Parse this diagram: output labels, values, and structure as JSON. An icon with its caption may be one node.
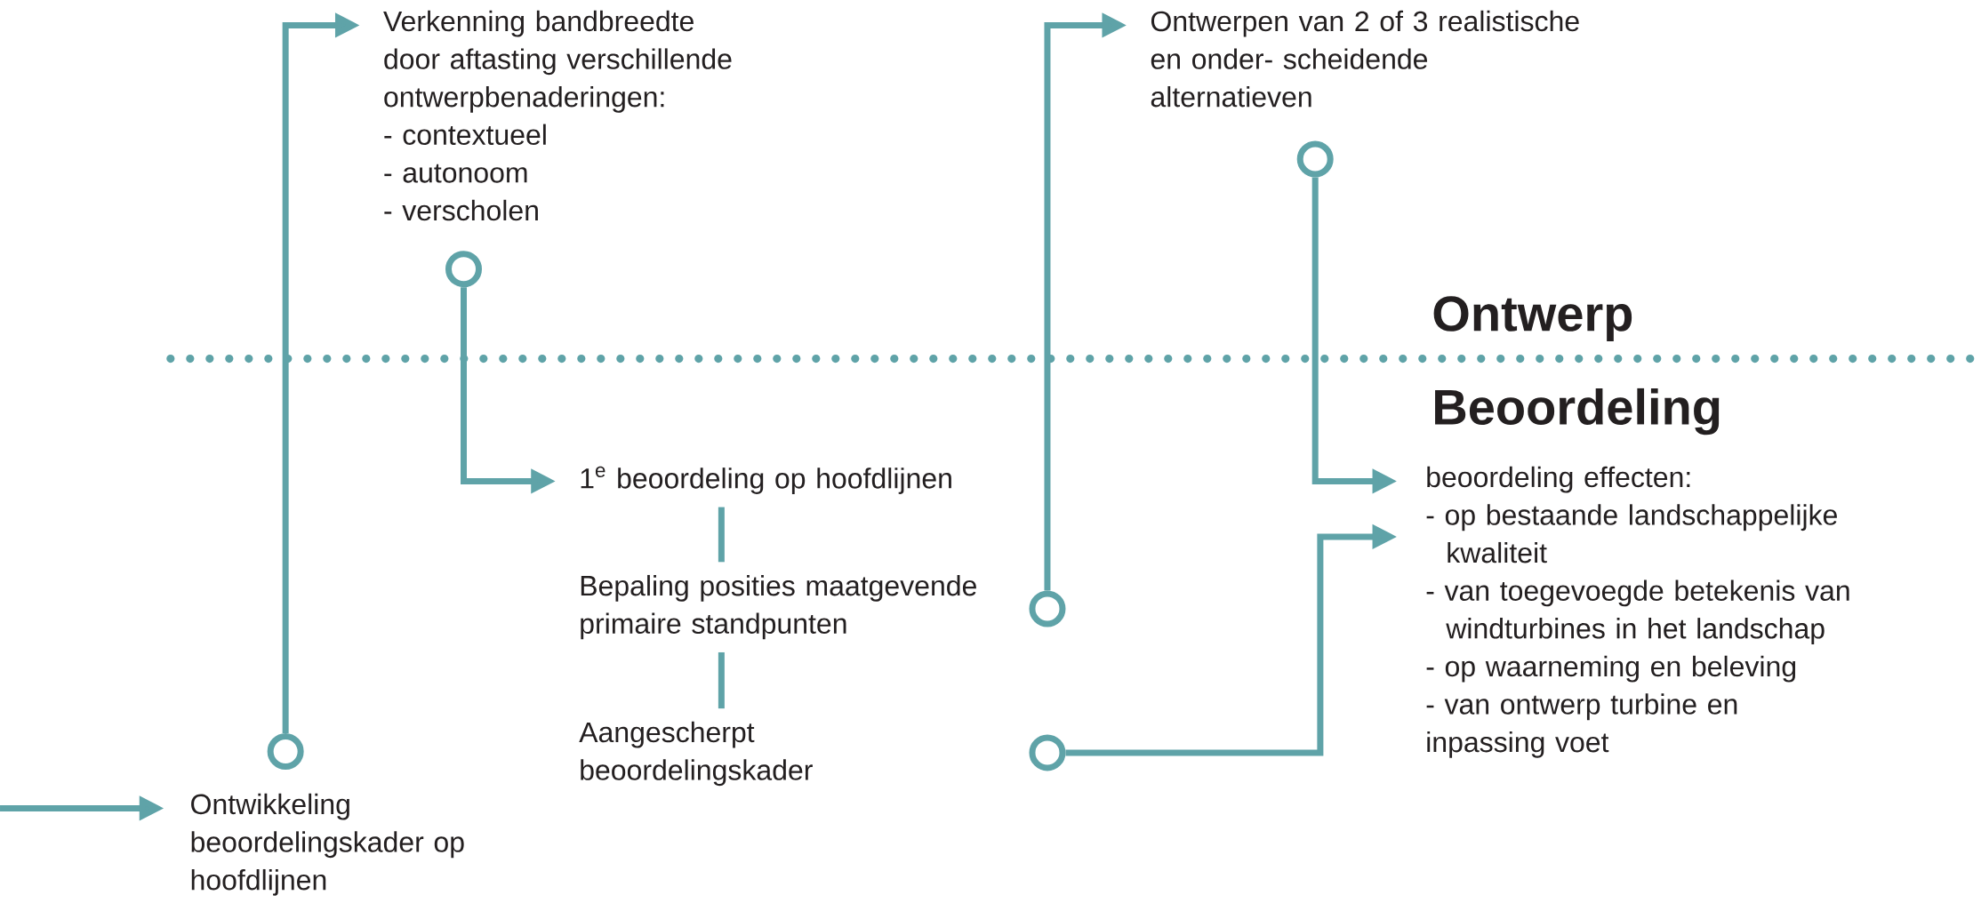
{
  "diagram": {
    "nodes": [
      {
        "text": [
          "Ontwikkeling beoordelingskader op hoofdlijnen"
        ]
      },
      {
        "text": [],
        "shape": "circle"
      },
      {
        "text": [
          "Verkenning bandbreedte door aftasting verschillende ontwerpbenaderingen:",
          "- contextueel",
          "- autonoom",
          "- verscholen"
        ]
      },
      {
        "text": [],
        "shape": "circle"
      },
      {
        "text": [
          "1$^{e}$ beoordeling op hoofdlijnen"
        ]
      },
      {
        "text": [
          "Bepaling posities maatgevende primaire standpunten"
        ]
      },
      {
        "text": [
          "Aangescherpt beoordelingskader"
        ]
      },
      {
        "text": [],
        "shape": "circle"
      },
      {
        "text": [
          "Ontwerpen van 2 of 3 realistische en onder- scheidende alternatieven"
        ]
      },
      {
        "text": [],
        "shape": "circle"
      },
      {
        "text": [],
        "shape": "circle"
      },
      {
        "text": [
          "beoordeling effecten:",
          "- op bestaande landschappelijke kwaliteit",
          "- van toegevoegde betekenis van windturbines in het landschap",
          "- op waarneming en beleving",
          "- van ontwerp turbine en inpassing voet"
        ]
      }
    ],
    "edges": [
      {
        "from": null,
        "to": 0,
        "arrow": "to"
      },
      {
        "from": 1,
        "to": 2,
        "arrow": "to"
      },
      {
        "from": 3,
        "to": 4,
        "arrow": "to"
      },
      {
        "from": 4,
        "to": 5,
        "arrow": "none"
      },
      {
        "from": 5,
        "to": 6,
        "arrow": "none"
      },
      {
        "from": 7,
        "to": 8,
        "arrow": "to"
      },
      {
        "from": 9,
        "to": 11,
        "arrow": "to"
      },
      {
        "from": 10,
        "to": 11,
        "arrow": "to"
      }
    ],
    "labels": [
      "Ontwerp",
      "Beoordeling"
    ]
  }
}
